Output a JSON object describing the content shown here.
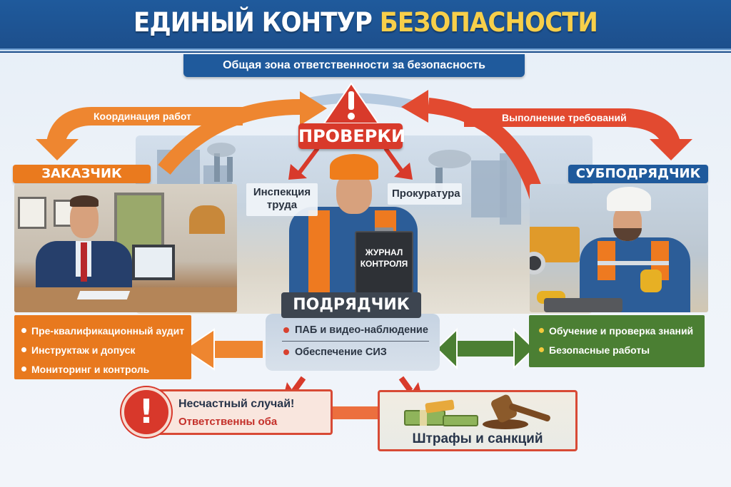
{
  "header": {
    "title_main": "ЕДИНЫЙ КОНТУР",
    "title_highlight": "БЕЗОПАСНОСТИ",
    "subtitle": "Общая зона ответственности за безопасность"
  },
  "colors": {
    "header_blue": "#1f5a9c",
    "title_yellow": "#f7cf4a",
    "orange": "#e8791e",
    "red": "#d83a2b",
    "green": "#4b7f33",
    "dark_gray": "#3d4550"
  },
  "flows": {
    "left_arrow_label": "Координация работ",
    "right_arrow_label": "Выполнение требований"
  },
  "checks": {
    "icon": "warning-triangle-icon",
    "label": "ПРОВЕРКИ",
    "targets": [
      {
        "label": "Инспекция труда"
      },
      {
        "label": "Прокуратура"
      }
    ]
  },
  "customer": {
    "label": "ЗАКАЗЧИК",
    "items": [
      "Пре-квалификационный аудит",
      "Инструктаж и допуск",
      "Мониторинг и контроль"
    ]
  },
  "contractor": {
    "label": "ПОДРЯДЧИК",
    "clipboard_text_line1": "ЖУРНАЛ",
    "clipboard_text_line2": "КОНТРОЛЯ",
    "items": [
      "ПАБ и видео-наблюдение",
      "Обеспечение СИЗ"
    ]
  },
  "subcontractor": {
    "label": "СУБПОДРЯДЧИК",
    "items": [
      "Обучение и проверка знаний",
      "Безопасные работы"
    ]
  },
  "consequences": {
    "accident_title": "Несчастный случай!",
    "accident_subtitle": "Ответственны оба",
    "accident_icon": "exclamation-circle-icon",
    "fines_label": "Штрафы и санкций"
  }
}
